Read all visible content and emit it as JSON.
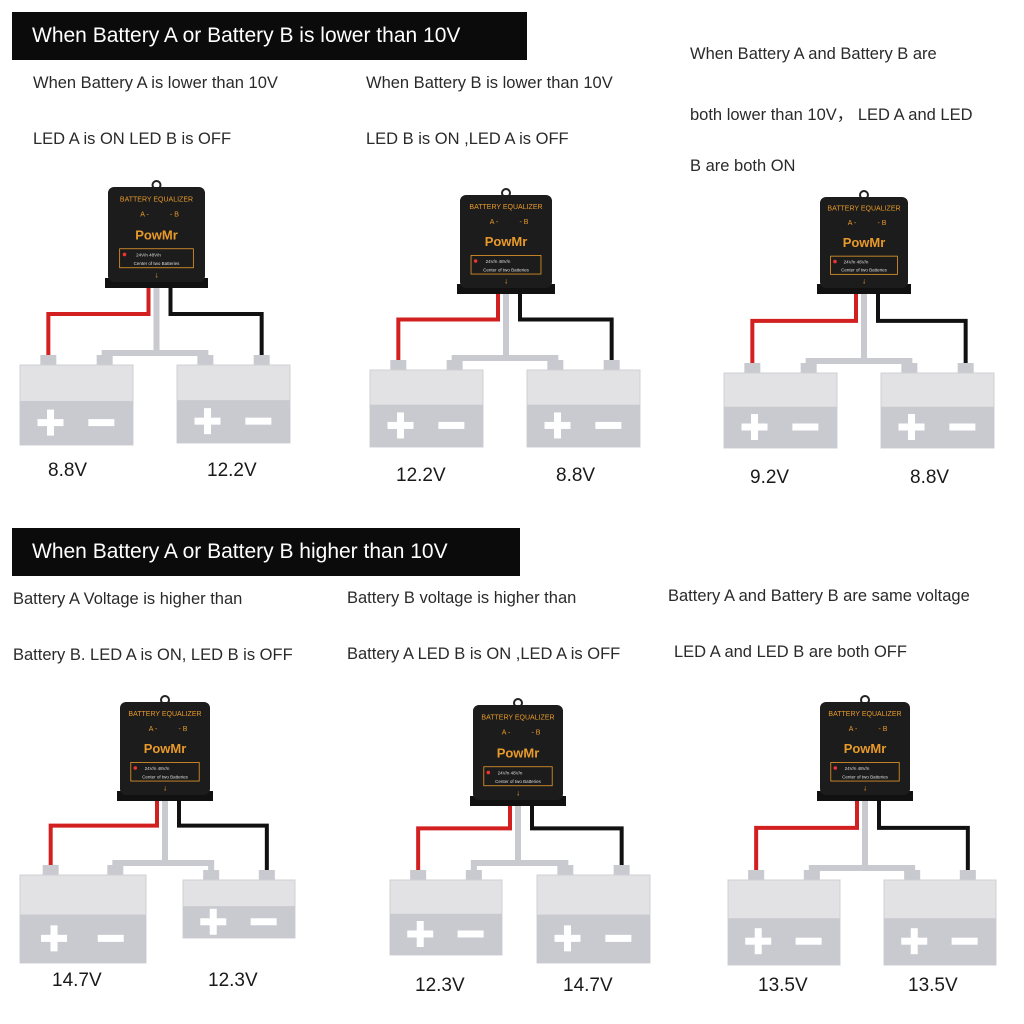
{
  "sections": [
    {
      "title": "When Battery A or Battery B is lower than 10V"
    },
    {
      "title": "When Battery A or Battery B higher than 10V"
    }
  ],
  "panels": [
    {
      "lines": [
        "When Battery A is lower than 10V",
        "LED A is ON  LED B is OFF"
      ],
      "voltage_a": "8.8V",
      "voltage_b": "12.2V"
    },
    {
      "lines": [
        "When Battery B is lower than 10V",
        "LED B is ON ,LED A is OFF"
      ],
      "voltage_a": "12.2V",
      "voltage_b": "8.8V"
    },
    {
      "lines": [
        "When Battery A and Battery B are",
        "both lower than 10V， LED A and LED",
        "B are both ON"
      ],
      "voltage_a": "9.2V",
      "voltage_b": "8.8V"
    },
    {
      "lines": [
        "Battery A Voltage is higher than",
        "Battery B. LED A is ON, LED B is OFF"
      ],
      "voltage_a": "14.7V",
      "voltage_b": "12.3V"
    },
    {
      "lines": [
        "Battery B voltage is higher than",
        "Battery A LED B is ON ,LED A is OFF"
      ],
      "voltage_a": "12.3V",
      "voltage_b": "14.7V"
    },
    {
      "lines": [
        "Battery A and Battery B are same voltage",
        "LED A and LED B are both OFF"
      ],
      "voltage_a": "13.5V",
      "voltage_b": "13.5V"
    }
  ],
  "device": {
    "title": "BATTERY EQUALIZER",
    "led_a": "A",
    "led_b": "B",
    "brand": "PowMr",
    "mode_1": "24V/n",
    "mode_2": "48V/n",
    "note": "Center of two Batteries"
  },
  "colors": {
    "header_bg": "#0b0b0b",
    "device_body": "#1c1c1c",
    "device_text": "#e89a2a",
    "wire_positive": "#d21f1f",
    "wire_negative": "#111111",
    "battery_top": "#e2e2e4",
    "battery_bottom": "#c9cacf"
  }
}
